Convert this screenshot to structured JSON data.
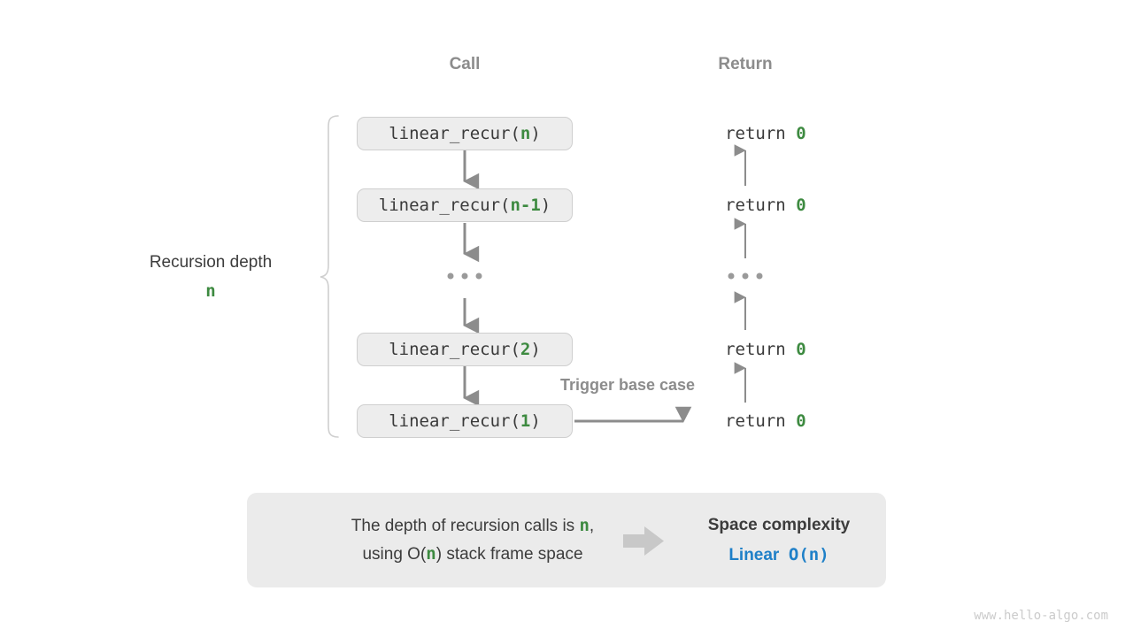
{
  "headers": {
    "call": "Call",
    "return": "Return"
  },
  "colors": {
    "accent_green": "#3d8a40",
    "accent_blue": "#1f80c8",
    "box_fill": "#ededed",
    "box_border": "#cfcfcf",
    "panel_fill": "#ebebeb",
    "arrow_gray": "#8c8c8c",
    "text_dark": "#3c3c3c",
    "muted_gray": "#8c8c8c"
  },
  "call_stack": [
    {
      "prefix": "linear_recur(",
      "arg": "n",
      "suffix": ")"
    },
    {
      "prefix": "linear_recur(",
      "arg": "n-1",
      "suffix": ")"
    },
    {
      "ellipsis": "..."
    },
    {
      "prefix": "linear_recur(",
      "arg": "2",
      "suffix": ")"
    },
    {
      "prefix": "linear_recur(",
      "arg": "1",
      "suffix": ")"
    }
  ],
  "returns": [
    {
      "text": "return ",
      "value": "0"
    },
    {
      "text": "return ",
      "value": "0"
    },
    {
      "ellipsis": "..."
    },
    {
      "text": "return ",
      "value": "0"
    },
    {
      "text": "return ",
      "value": "0"
    }
  ],
  "annotations": {
    "depth_title": "Recursion depth",
    "depth_value": "n",
    "trigger": "Trigger base case"
  },
  "summary": {
    "line1_a": "The depth of recursion calls is ",
    "line1_hl": "n",
    "line1_b": ",",
    "line2_a": "using O(",
    "line2_hl": "n",
    "line2_b": ") stack frame space",
    "result_title": "Space complexity",
    "result_name": "Linear",
    "result_notation": "O(n)"
  },
  "watermark": "www.hello-algo.com"
}
